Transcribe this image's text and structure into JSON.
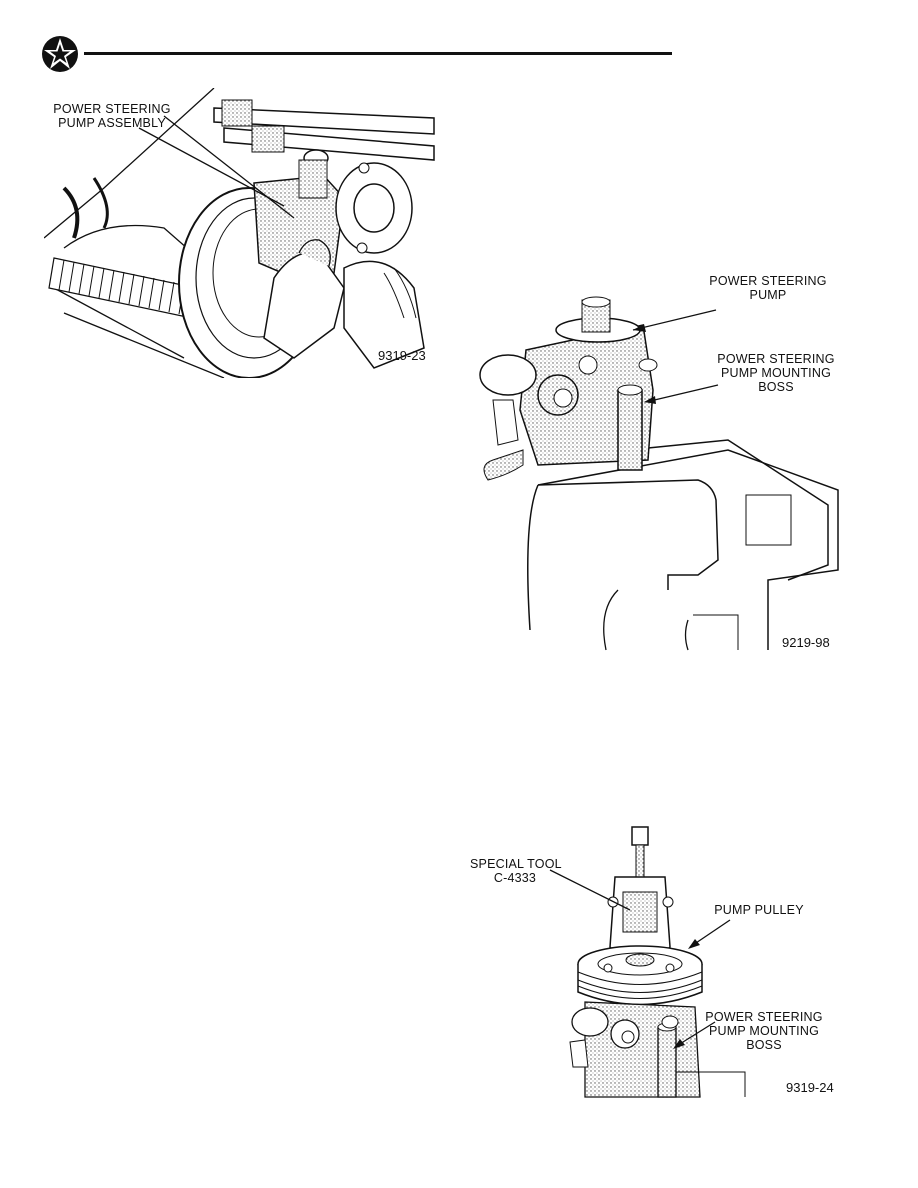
{
  "header": {
    "logo_icon": "pentastar-icon"
  },
  "figures": [
    {
      "id": "fig1",
      "labels": [
        "POWER STEERING",
        "PUMP ASSEMBLY"
      ],
      "figure_number": "9319-23"
    },
    {
      "id": "fig2",
      "labels": {
        "pump": [
          "POWER STEERING",
          "PUMP"
        ],
        "boss": [
          "POWER STEERING",
          "PUMP MOUNTING",
          "BOSS"
        ]
      },
      "figure_number": "9219-98"
    },
    {
      "id": "fig3",
      "labels": {
        "tool": [
          "SPECIAL TOOL",
          "C-4333"
        ],
        "pulley": [
          "PUMP PULLEY"
        ],
        "boss": [
          "POWER STEERING",
          "PUMP MOUNTING",
          "BOSS"
        ]
      },
      "figure_number": "9319-24"
    }
  ]
}
